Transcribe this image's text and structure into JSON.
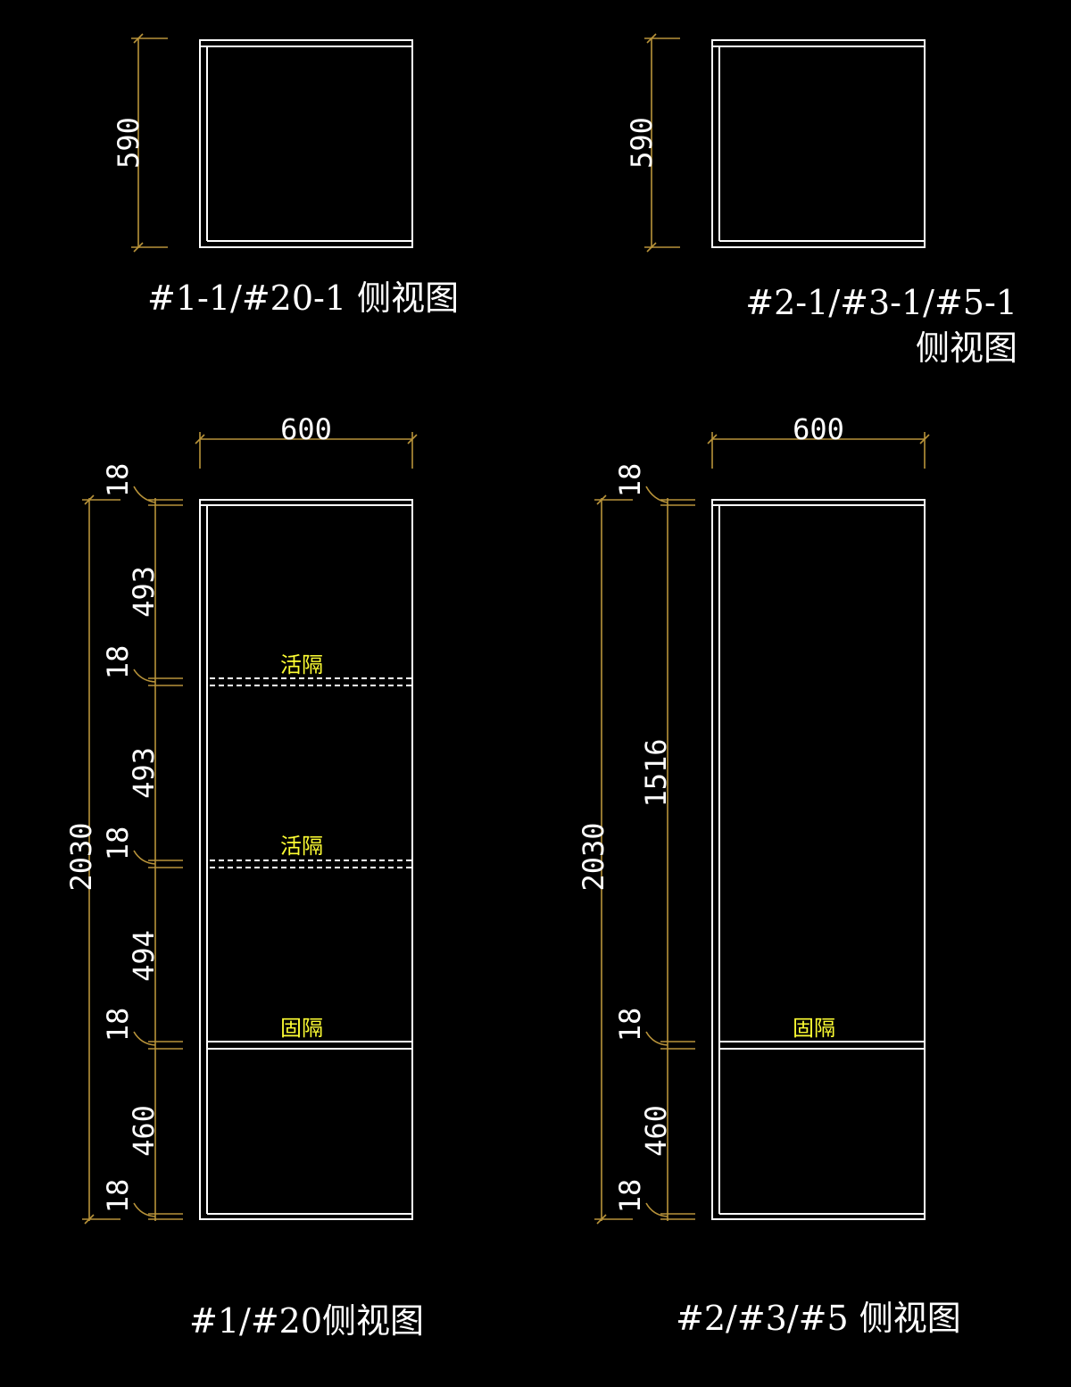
{
  "views": [
    {
      "id": "v1-1",
      "title_lines": [
        "#1-1/#20-1 侧视图"
      ],
      "height_dim": "590"
    },
    {
      "id": "v2-1",
      "title_lines": [
        "#2-1/#3-1/#5-1",
        "侧视图"
      ],
      "height_dim": "590"
    }
  ],
  "tall_views": [
    {
      "id": "v1",
      "title": "#1/#20侧视图",
      "width_dim": "600",
      "overall_dim": "2030",
      "segment_dims": [
        "18",
        "493",
        "18",
        "493",
        "18",
        "494",
        "18",
        "460",
        "18"
      ],
      "shelf_labels": [
        "活隔",
        "活隔",
        "固隔"
      ]
    },
    {
      "id": "v2",
      "title": "#2/#3/#5 侧视图",
      "width_dim": "600",
      "overall_dim": "2030",
      "segment_dims": [
        "18",
        "1516",
        "18",
        "460",
        "18"
      ],
      "shelf_labels": [
        "固隔"
      ]
    }
  ],
  "colors": {
    "background": "#000000",
    "lines": "#ffffff",
    "dimension": "#b8933a",
    "shelf_label": "#ffff33"
  }
}
